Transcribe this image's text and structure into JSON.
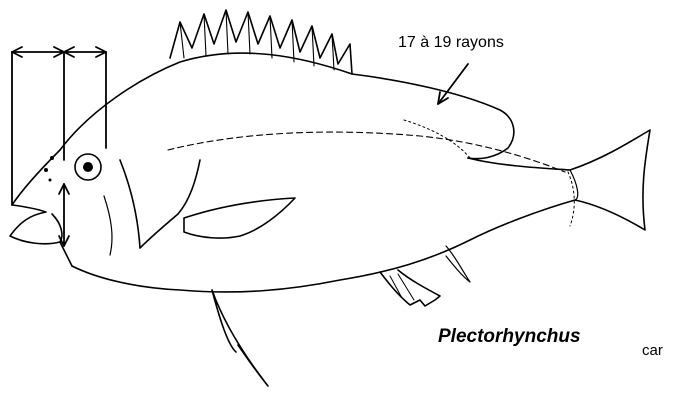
{
  "figure": {
    "annotations": {
      "rays": "17 à 19 rayons",
      "genus": "Plectorhynchus",
      "species_fragment": "car"
    },
    "colors": {
      "ink": "#000000",
      "fill": "#ffffff"
    }
  }
}
